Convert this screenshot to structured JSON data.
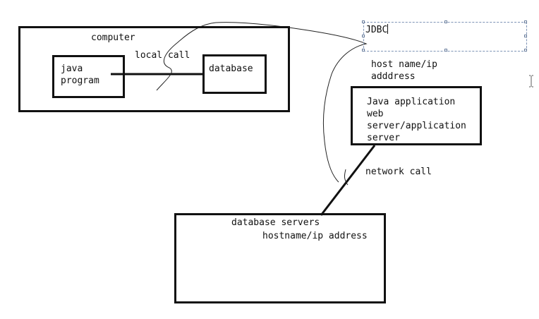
{
  "diagram": {
    "computer_label": "computer",
    "java_program_label": "java\nprogram",
    "local_call_label": "local call",
    "database_label": "database",
    "jdbc_text": "JDBC",
    "host_label": "host name/ip\nadddress",
    "java_app_label": "Java application\nweb\nserver/application\nserver",
    "network_call_label": "network call",
    "db_servers_label": "database servers",
    "db_hostname_label": "hostname/ip address"
  },
  "icons": {
    "cursor": "text-cursor-icon"
  }
}
